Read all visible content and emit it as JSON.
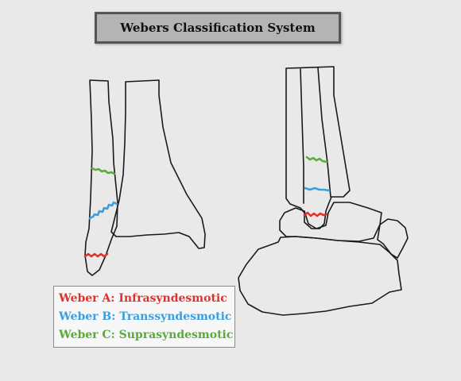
{
  "title": "Webers Classification System",
  "colors": {
    "background": "#e9e9e9",
    "bone_outline": "#1a1a1a",
    "weber_a": "#e0322b",
    "weber_b": "#3a9fe0",
    "weber_c": "#5aaa3c"
  },
  "legend": [
    {
      "text": "Weber A: Infrasyndesmotic",
      "color": "#e0322b"
    },
    {
      "text": "Weber B: Transsyndesmotic",
      "color": "#3a9fe0"
    },
    {
      "text": "Weber C: Suprasyndesmotic",
      "color": "#5aaa3c"
    }
  ]
}
